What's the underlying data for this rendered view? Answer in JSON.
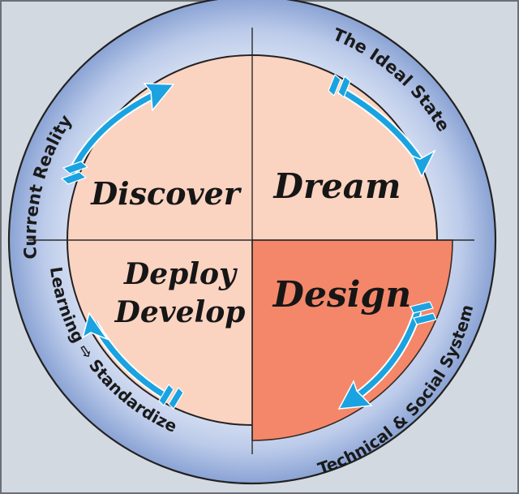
{
  "diagram": {
    "type": "cycle",
    "colors": {
      "background": "#d3d9e0",
      "frame": "#6b7078",
      "ring_outer": "#8ea7d6",
      "ring_inner": "#d4def1",
      "quadrant_light": "#fbd3c1",
      "quadrant_highlight": "#f4876a",
      "arrow": "#1aa3e0",
      "line": "#222222"
    },
    "quadrants": [
      {
        "id": "top-left",
        "label": "Discover"
      },
      {
        "id": "top-right",
        "label": "Dream"
      },
      {
        "id": "bottom-right",
        "label": "Design",
        "highlighted": true
      },
      {
        "id": "bottom-left",
        "label_line1": "Deploy",
        "label_line2": "Develop"
      }
    ],
    "ring_labels": {
      "top_left": "Current Reality",
      "top_right": "The Ideal State",
      "bottom_right": "Technical & Social System",
      "bottom_left": "Learning ⇨ Standardize"
    },
    "arrows": [
      {
        "from": "bottom-left of Discover",
        "to": "top of Discover",
        "direction": "clockwise"
      },
      {
        "from": "top of Dream",
        "to": "right of Dream",
        "direction": "clockwise"
      },
      {
        "from": "top-right of Design",
        "to": "bottom of Design",
        "direction": "clockwise"
      },
      {
        "from": "bottom of Deploy",
        "to": "left of Deploy",
        "direction": "clockwise"
      }
    ]
  }
}
